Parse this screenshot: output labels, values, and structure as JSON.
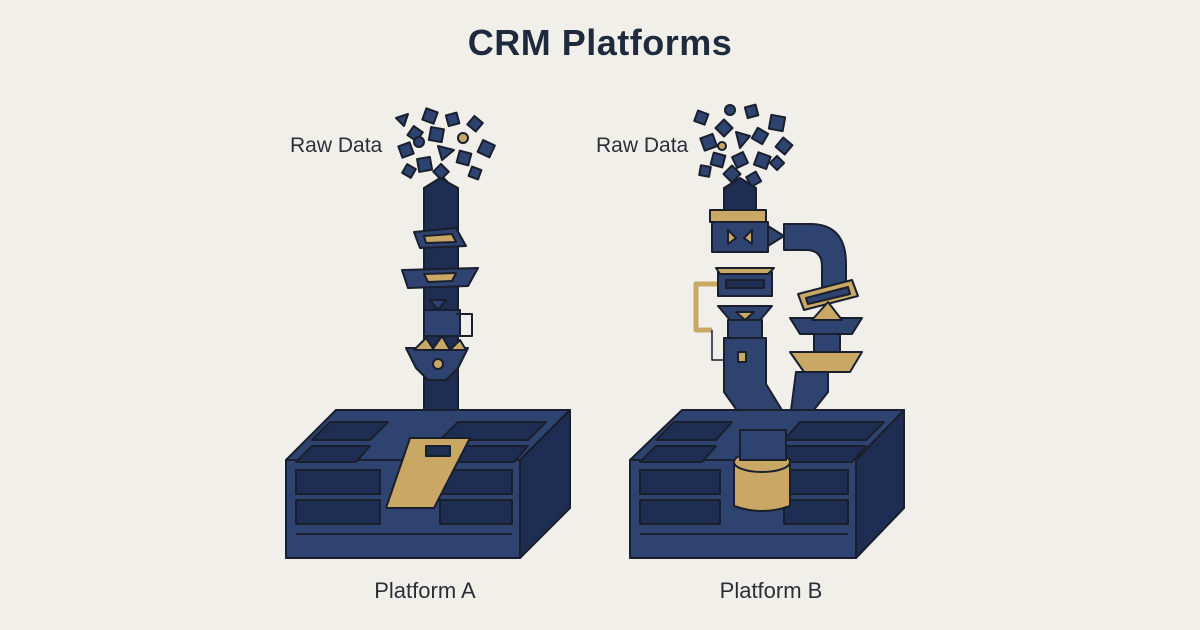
{
  "diagram": {
    "title": "CRM Platforms",
    "platforms": [
      {
        "input_label": "Raw Data",
        "name": "Platform A"
      },
      {
        "input_label": "Raw Data",
        "name": "Platform B"
      }
    ]
  },
  "colors": {
    "background": "#f1efea",
    "navy": "#2e4370",
    "navy_dark": "#1e2d52",
    "gold": "#c9a865",
    "outline": "#1a1f2e"
  }
}
